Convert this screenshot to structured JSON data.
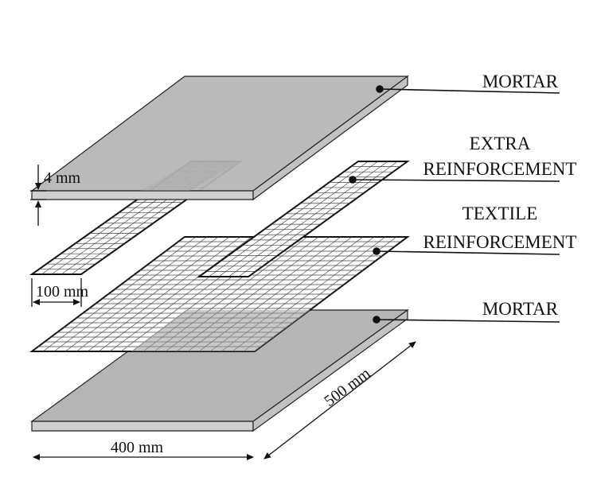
{
  "labels": {
    "mortar_top": "MORTAR",
    "extra_line1": "EXTRA",
    "extra_line2": "REINFORCEMENT",
    "textile_line1": "TEXTILE",
    "textile_line2": "REINFORCEMENT",
    "mortar_bottom": "MORTAR"
  },
  "dimensions": {
    "thickness": "4 mm",
    "strip_width": "100 mm",
    "width": "400 mm",
    "depth": "500 mm"
  },
  "colors": {
    "mortar_top": "#b5b5b5",
    "mortar_edge": "#cfcfcf",
    "outline": "#222222"
  }
}
